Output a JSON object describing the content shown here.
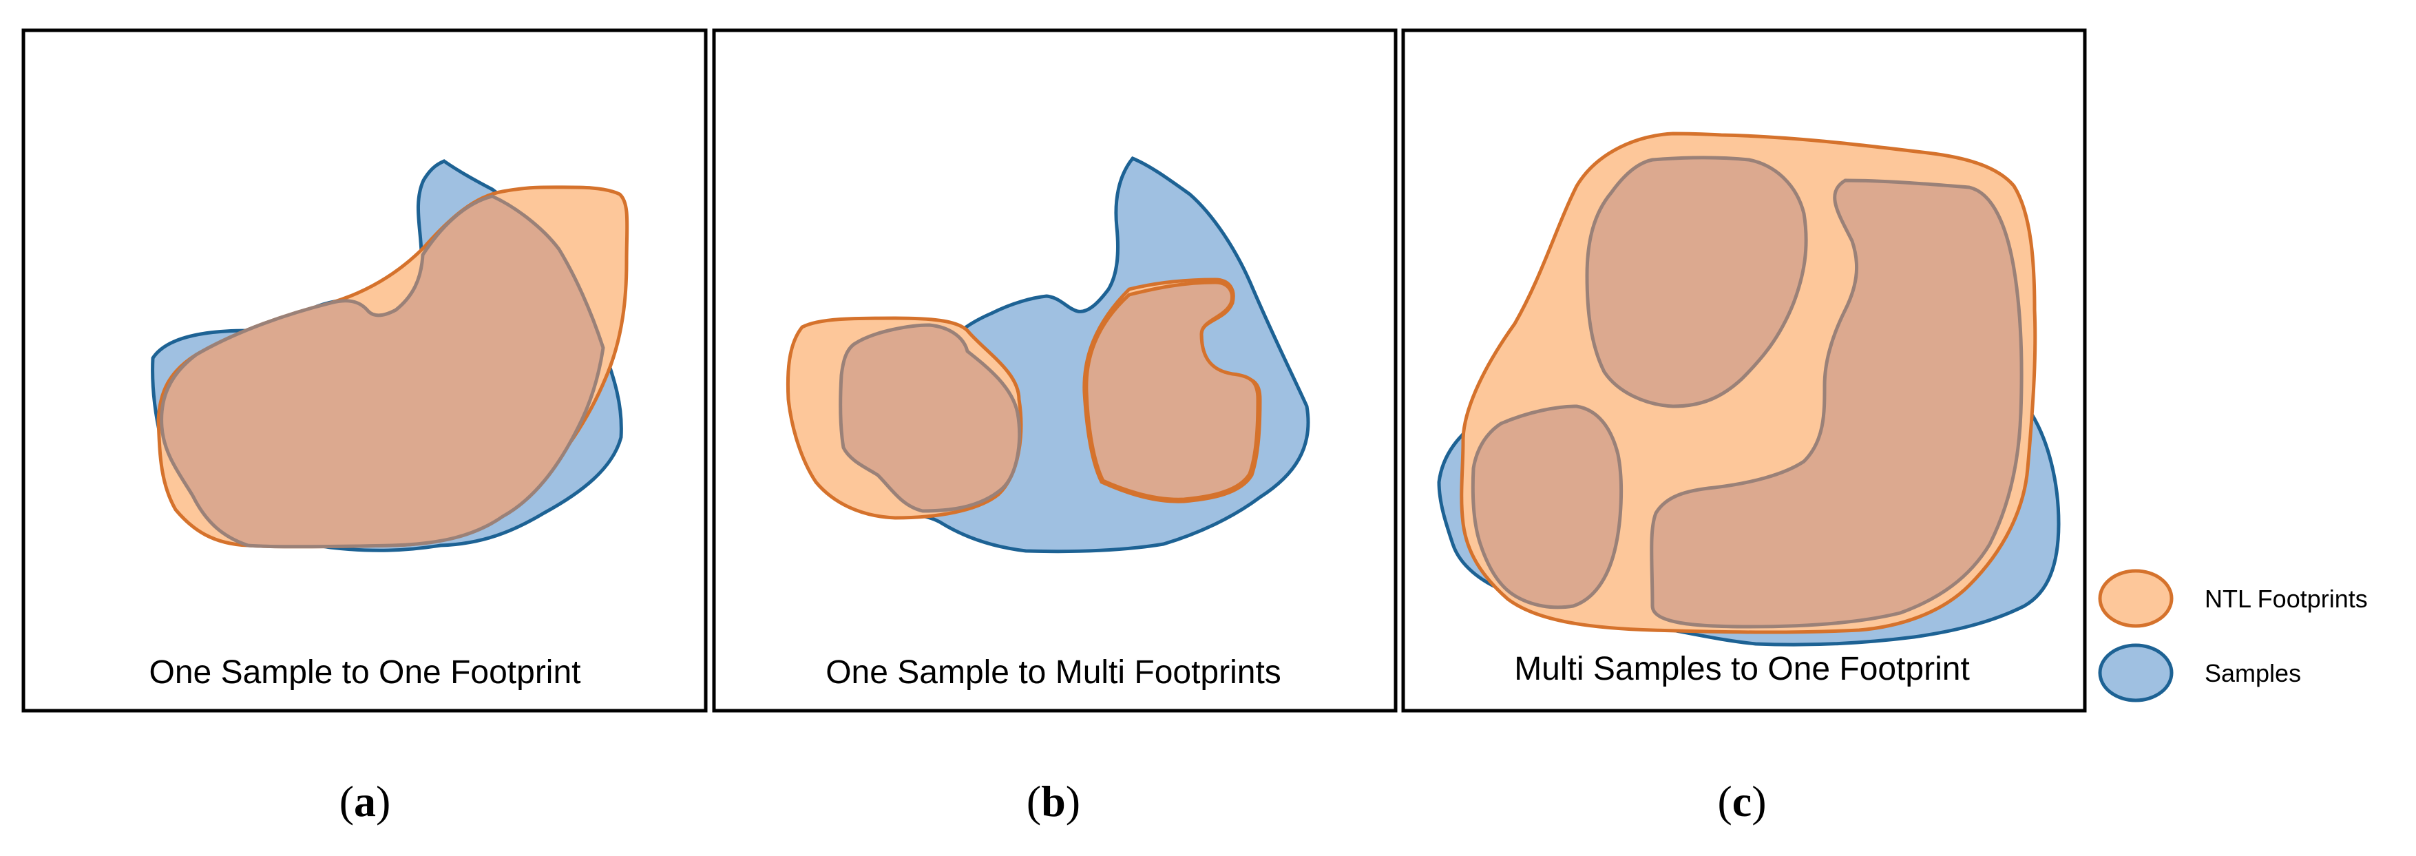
{
  "colors": {
    "ntl_fill": "#fdc79a",
    "ntl_stroke": "#d5722c",
    "sample_fill": "#9fc0e1",
    "sample_stroke": "#1d6294",
    "overlap_fill": "#dca98f",
    "overlap_stroke": "#9a8178",
    "panel_border": "#000000"
  },
  "panels": [
    {
      "title": "One Sample to One Footprint",
      "letter_open": "(",
      "letter": "a",
      "letter_close": ")"
    },
    {
      "title": "One Sample to Multi Footprints",
      "letter_open": "(",
      "letter": "b",
      "letter_close": ")"
    },
    {
      "title": "Multi Samples to One Footprint",
      "letter_open": "(",
      "letter": "c",
      "letter_close": ")"
    }
  ],
  "legend": [
    {
      "label": "NTL Footprints",
      "kind": "ntl"
    },
    {
      "label": "Samples",
      "kind": "sample"
    }
  ]
}
